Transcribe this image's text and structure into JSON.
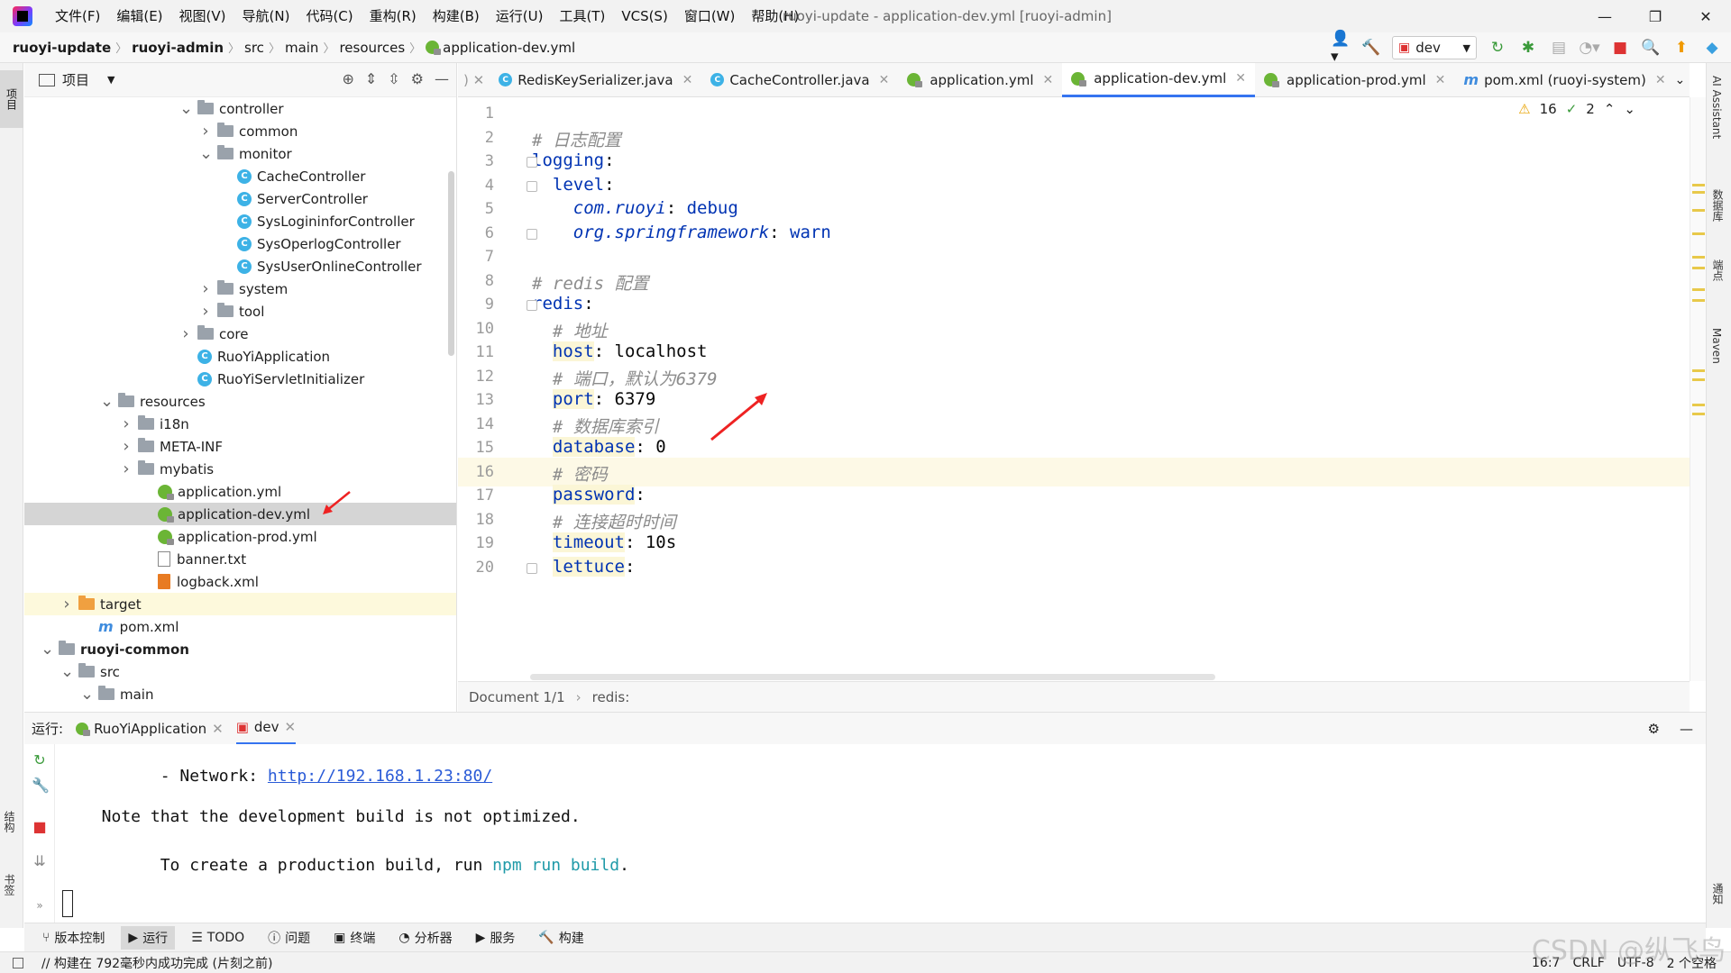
{
  "window": {
    "title": "ruoyi-update - application-dev.yml [ruoyi-admin]",
    "menus": [
      "文件(F)",
      "编辑(E)",
      "视图(V)",
      "导航(N)",
      "代码(C)",
      "重构(R)",
      "构建(B)",
      "运行(U)",
      "工具(T)",
      "VCS(S)",
      "窗口(W)",
      "帮助(H)"
    ]
  },
  "navbar": {
    "crumbs": [
      "ruoyi-update",
      "ruoyi-admin",
      "src",
      "main",
      "resources",
      "application-dev.yml"
    ],
    "run_config": "dev"
  },
  "left_strip": {
    "project_tab": "项目",
    "structure": "结构",
    "bookmarks": "书签"
  },
  "project": {
    "title": "项目",
    "tree": [
      {
        "label": "controller",
        "indent": 8,
        "type": "folder",
        "arrow": "v"
      },
      {
        "label": "common",
        "indent": 9,
        "type": "folder",
        "arrow": ">"
      },
      {
        "label": "monitor",
        "indent": 9,
        "type": "folder",
        "arrow": "v"
      },
      {
        "label": "CacheController",
        "indent": 10,
        "type": "class"
      },
      {
        "label": "ServerController",
        "indent": 10,
        "type": "class"
      },
      {
        "label": "SysLogininforController",
        "indent": 10,
        "type": "class"
      },
      {
        "label": "SysOperlogController",
        "indent": 10,
        "type": "class"
      },
      {
        "label": "SysUserOnlineController",
        "indent": 10,
        "type": "class"
      },
      {
        "label": "system",
        "indent": 9,
        "type": "folder",
        "arrow": ">"
      },
      {
        "label": "tool",
        "indent": 9,
        "type": "folder",
        "arrow": ">"
      },
      {
        "label": "core",
        "indent": 8,
        "type": "folder",
        "arrow": ">"
      },
      {
        "label": "RuoYiApplication",
        "indent": 8,
        "type": "class"
      },
      {
        "label": "RuoYiServletInitializer",
        "indent": 8,
        "type": "class"
      },
      {
        "label": "resources",
        "indent": 4,
        "type": "folder",
        "arrow": "v"
      },
      {
        "label": "i18n",
        "indent": 5,
        "type": "folder",
        "arrow": ">"
      },
      {
        "label": "META-INF",
        "indent": 5,
        "type": "folder",
        "arrow": ">"
      },
      {
        "label": "mybatis",
        "indent": 5,
        "type": "folder",
        "arrow": ">"
      },
      {
        "label": "application.yml",
        "indent": 6,
        "type": "yml"
      },
      {
        "label": "application-dev.yml",
        "indent": 6,
        "type": "yml",
        "selected": true
      },
      {
        "label": "application-prod.yml",
        "indent": 6,
        "type": "yml"
      },
      {
        "label": "banner.txt",
        "indent": 6,
        "type": "txt"
      },
      {
        "label": "logback.xml",
        "indent": 6,
        "type": "xml"
      },
      {
        "label": "target",
        "indent": 2,
        "type": "folder-orange",
        "arrow": ">",
        "highlight": true
      },
      {
        "label": "pom.xml",
        "indent": 3,
        "type": "maven"
      },
      {
        "label": "ruoyi-common",
        "indent": 1,
        "type": "folder",
        "arrow": "v",
        "bold": true
      },
      {
        "label": "src",
        "indent": 2,
        "type": "folder",
        "arrow": "v"
      },
      {
        "label": "main",
        "indent": 3,
        "type": "folder",
        "arrow": "v"
      }
    ]
  },
  "tabs": [
    {
      "label": "RedisKeySerializer.java",
      "icon": "class"
    },
    {
      "label": "CacheController.java",
      "icon": "class"
    },
    {
      "label": "application.yml",
      "icon": "yml"
    },
    {
      "label": "application-dev.yml",
      "icon": "yml",
      "active": true
    },
    {
      "label": "application-prod.yml",
      "icon": "yml"
    },
    {
      "label": "pom.xml (ruoyi-system)",
      "icon": "maven"
    }
  ],
  "editor": {
    "warnings": "16",
    "checks": "2",
    "lines": [
      {
        "n": "1",
        "parts": []
      },
      {
        "n": "2",
        "parts": [
          {
            "t": "# 日志配置",
            "c": "c-comment"
          }
        ]
      },
      {
        "n": "3",
        "parts": [
          {
            "t": "logging",
            "c": "c-key-plain"
          },
          {
            "t": ":",
            "c": ""
          }
        ]
      },
      {
        "n": "4",
        "parts": [
          {
            "t": "  level",
            "c": "c-key-plain"
          },
          {
            "t": ":",
            "c": ""
          }
        ]
      },
      {
        "n": "5",
        "parts": [
          {
            "t": "    com.ruoyi",
            "c": "c-key-ital"
          },
          {
            "t": ": ",
            "c": ""
          },
          {
            "t": "debug",
            "c": "c-key-plain"
          }
        ]
      },
      {
        "n": "6",
        "parts": [
          {
            "t": "    org.springframework",
            "c": "c-key-ital"
          },
          {
            "t": ": ",
            "c": ""
          },
          {
            "t": "warn",
            "c": "c-key-plain"
          }
        ]
      },
      {
        "n": "7",
        "parts": []
      },
      {
        "n": "8",
        "parts": [
          {
            "t": "# redis 配置",
            "c": "c-comment"
          }
        ]
      },
      {
        "n": "9",
        "parts": [
          {
            "t": "redis",
            "c": "c-key-plain"
          },
          {
            "t": ":",
            "c": ""
          }
        ]
      },
      {
        "n": "10",
        "parts": [
          {
            "t": "  # 地址",
            "c": "c-comment"
          }
        ]
      },
      {
        "n": "11",
        "parts": [
          {
            "t": "  ",
            "c": ""
          },
          {
            "t": "host",
            "c": "c-key"
          },
          {
            "t": ": localhost",
            "c": ""
          }
        ]
      },
      {
        "n": "12",
        "parts": [
          {
            "t": "  # 端口，默认为6379",
            "c": "c-comment"
          }
        ]
      },
      {
        "n": "13",
        "parts": [
          {
            "t": "  ",
            "c": ""
          },
          {
            "t": "port",
            "c": "c-key"
          },
          {
            "t": ": 6379",
            "c": ""
          }
        ]
      },
      {
        "n": "14",
        "parts": [
          {
            "t": "  # 数据库索引",
            "c": "c-comment"
          }
        ]
      },
      {
        "n": "15",
        "parts": [
          {
            "t": "  ",
            "c": ""
          },
          {
            "t": "database",
            "c": "c-key"
          },
          {
            "t": ": 0",
            "c": ""
          }
        ]
      },
      {
        "n": "16",
        "parts": [
          {
            "t": "  # 密码",
            "c": "c-comment"
          }
        ],
        "current": true
      },
      {
        "n": "17",
        "parts": [
          {
            "t": "  ",
            "c": ""
          },
          {
            "t": "password",
            "c": "c-key"
          },
          {
            "t": ":",
            "c": ""
          }
        ]
      },
      {
        "n": "18",
        "parts": [
          {
            "t": "  # 连接超时时间",
            "c": "c-comment"
          }
        ]
      },
      {
        "n": "19",
        "parts": [
          {
            "t": "  ",
            "c": ""
          },
          {
            "t": "timeout",
            "c": "c-key"
          },
          {
            "t": ": 10s",
            "c": ""
          }
        ]
      },
      {
        "n": "20",
        "parts": [
          {
            "t": "  ",
            "c": ""
          },
          {
            "t": "lettuce",
            "c": "c-key"
          },
          {
            "t": ":",
            "c": ""
          }
        ]
      }
    ]
  },
  "editor_breadcrumb": {
    "doc": "Document 1/1",
    "node": "redis:"
  },
  "run_panel": {
    "label": "运行:",
    "tabs": [
      "RuoYiApplication",
      "dev"
    ],
    "console": {
      "network_prefix": "  - Network: ",
      "network_url": "http://192.168.1.23:80/",
      "note": "  Note that the development build is not optimized.",
      "create_prefix": "  To create a production build, run ",
      "create_cmd": "npm run build",
      "create_suffix": "."
    }
  },
  "tool_tabs": [
    "版本控制",
    "运行",
    "TODO",
    "问题",
    "终端",
    "分析器",
    "服务",
    "构建"
  ],
  "status": {
    "message": "// 构建在 792毫秒内成功完成 (片刻之前)",
    "position": "16:7",
    "line_sep": "CRLF",
    "encoding": "UTF-8",
    "indent": "2 个空格"
  },
  "right_strip": {
    "ai": "AI Assistant",
    "db": "数据库",
    "endpoints": "端点",
    "maven": "Maven",
    "notify": "通知"
  },
  "watermark": "CSDN @纵飞鸟"
}
